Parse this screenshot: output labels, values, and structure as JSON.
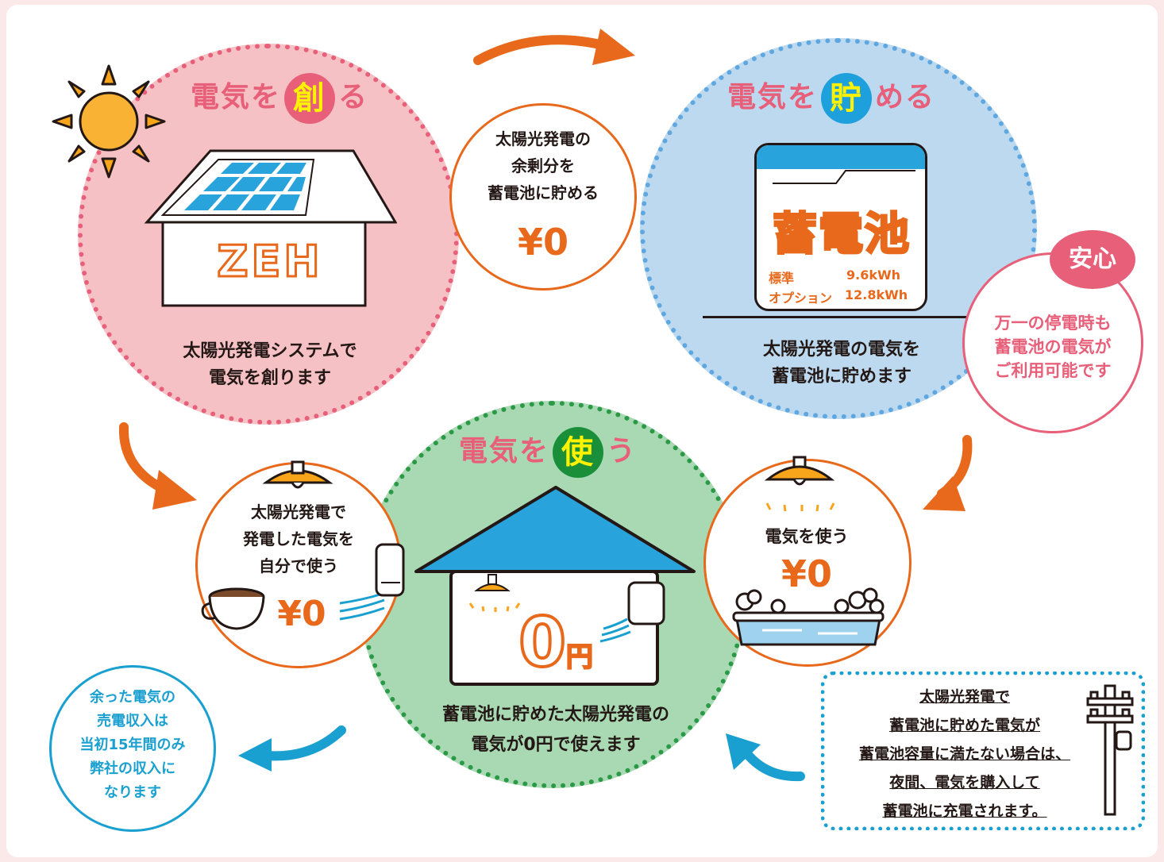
{
  "create": {
    "heading_pre": "電気を",
    "heading_badge": "創",
    "heading_post": "る",
    "house_label": "ZEH",
    "caption_line1": "太陽光発電システムで",
    "caption_line2": "電気を創ります"
  },
  "store_note": {
    "line1": "太陽光発電の",
    "line2": "余剰分を",
    "line3": "蓄電池に貯める",
    "price": "¥0"
  },
  "store": {
    "heading_pre": "電気を",
    "heading_badge": "貯",
    "heading_post": "める",
    "battery_label": "蓄電池",
    "spec_standard_label": "標準",
    "spec_standard_value": "9.6kWh",
    "spec_option_label": "オプション",
    "spec_option_value": "12.8kWh",
    "caption_line1": "太陽光発電の電気を",
    "caption_line2": "蓄電池に貯めます"
  },
  "safety": {
    "badge": "安心",
    "line1": "万一の停電時も",
    "line2": "蓄電池の電気が",
    "line3": "ご利用可能です"
  },
  "use_self": {
    "line1": "太陽光発電で",
    "line2": "発電した電気を",
    "line3": "自分で使う",
    "price": "¥0"
  },
  "use": {
    "heading_pre": "電気を",
    "heading_badge": "使",
    "heading_post": "う",
    "price_big": "0",
    "price_unit": "円",
    "caption_line1": "蓄電池に貯めた太陽光発電の",
    "caption_line2": "電気が0円で使えます"
  },
  "use_bath": {
    "line1": "電気を使う",
    "price": "¥0"
  },
  "surplus": {
    "line1": "余った電気の",
    "line2": "売電収入は",
    "line3": "当初15年間のみ",
    "line4": "弊社の収入に",
    "line5": "なります"
  },
  "grid_note": {
    "line1": "太陽光発電で",
    "line2": "蓄電池に貯めた電気が",
    "line3": "蓄電池容量に満たない場合は、",
    "line4": "夜間、電気を購入して",
    "line5": "蓄電池に充電されます。"
  },
  "colors": {
    "pink_circle": "#f6c1c4",
    "blue_circle": "#bcd9ef",
    "green_circle": "#a9d9b3",
    "orange": "#e8691b",
    "pink_badge": "#e85f7a",
    "blue_badge": "#1ea0dc",
    "green_badge": "#1a8f3a",
    "cyan": "#1aa0d0"
  }
}
